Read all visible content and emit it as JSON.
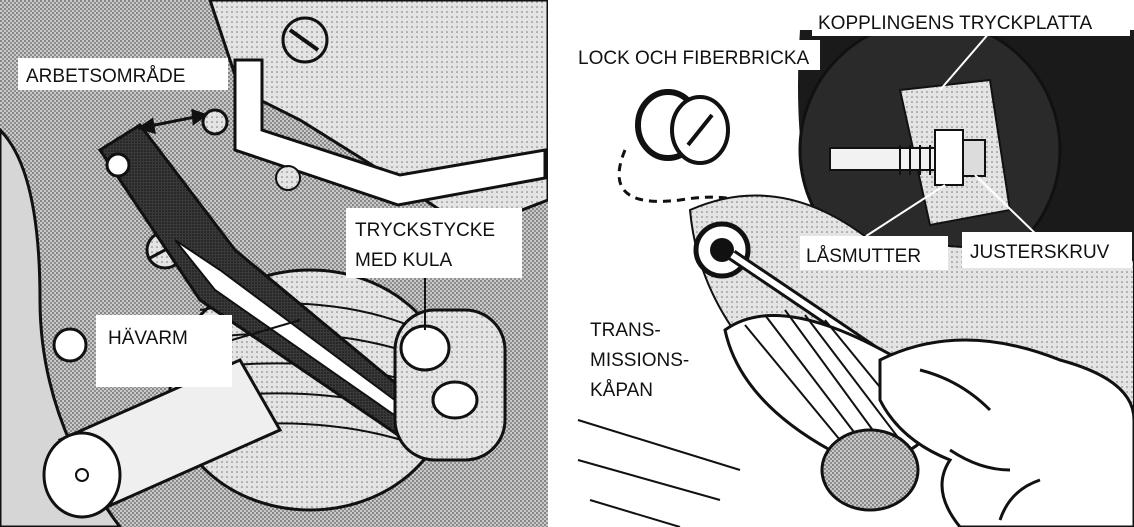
{
  "left_panel": {
    "labels": {
      "work_area": "ARBETSOMRÅDE",
      "thrust_piece_line1": "TRYCKSTYCKE",
      "thrust_piece_line2": "MED KULA",
      "lever": "HÄVARM"
    }
  },
  "right_panel": {
    "labels": {
      "pressure_plate": "KOPPLINGENS TRYCKPLATTA",
      "cap_and_washer": "LOCK OCH FIBERBRICKA",
      "lock_nut": "LÅSMUTTER",
      "adjusting_screw": "JUSTERSKRUV",
      "transmission_cover_line1": "TRANS-",
      "transmission_cover_line2": "MISSIONS-",
      "transmission_cover_line3": "KÅPAN"
    }
  },
  "colors": {
    "ink": "#111111",
    "stipple": "#9a9a9a",
    "paper": "#ffffff"
  }
}
